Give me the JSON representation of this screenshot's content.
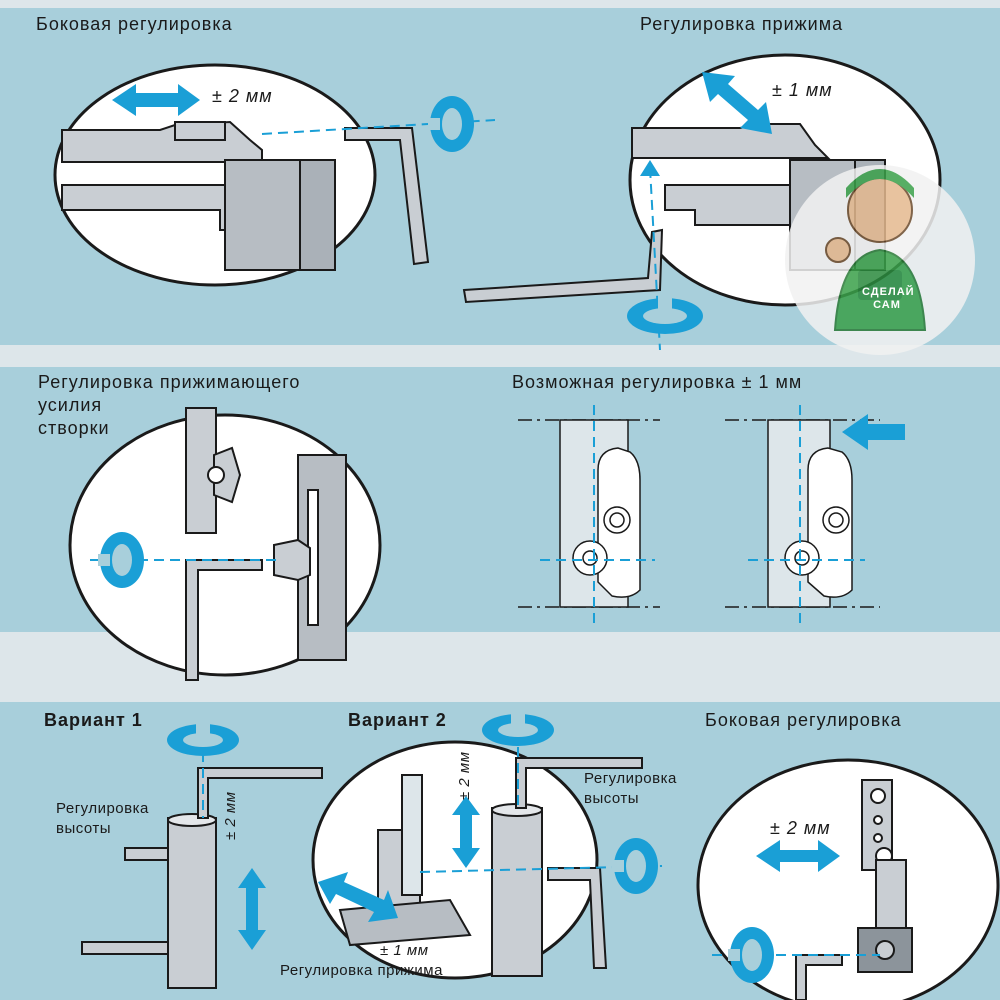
{
  "panel1": {
    "left_title": "Боковая регулировка",
    "left_dim": "± 2 мм",
    "right_title": "Регулировка прижима",
    "right_dim": "± 1 мм"
  },
  "watermark": {
    "text": "СДЕЛАЙ САМ"
  },
  "panel2": {
    "left_title_line1": "Регулировка прижимающего",
    "left_title_line2": "усилия",
    "left_title_line3": "створки",
    "right_title": "Возможная регулировка ± 1 мм"
  },
  "panel3": {
    "variant1": "Вариант 1",
    "variant2": "Вариант 2",
    "right_title": "Боковая регулировка",
    "height_adj_line1": "Регулировка",
    "height_adj_line2": "высоты",
    "v1_dim": "± 2 мм",
    "v2_dim_vertical": "± 2 мм",
    "v2_height_line1": "Регулировка",
    "v2_height_line2": "высоты",
    "v2_dim_bottom": "± 1 мм",
    "v2_pressure": "Регулировка прижима",
    "right_dim": "± 2 мм"
  },
  "colors": {
    "blue_band": "#a8cfdb",
    "light_band": "#dde6ea",
    "accent_arrow": "#1a9fd6",
    "metal": "#c9ced3",
    "outline": "#1a1a1a"
  }
}
